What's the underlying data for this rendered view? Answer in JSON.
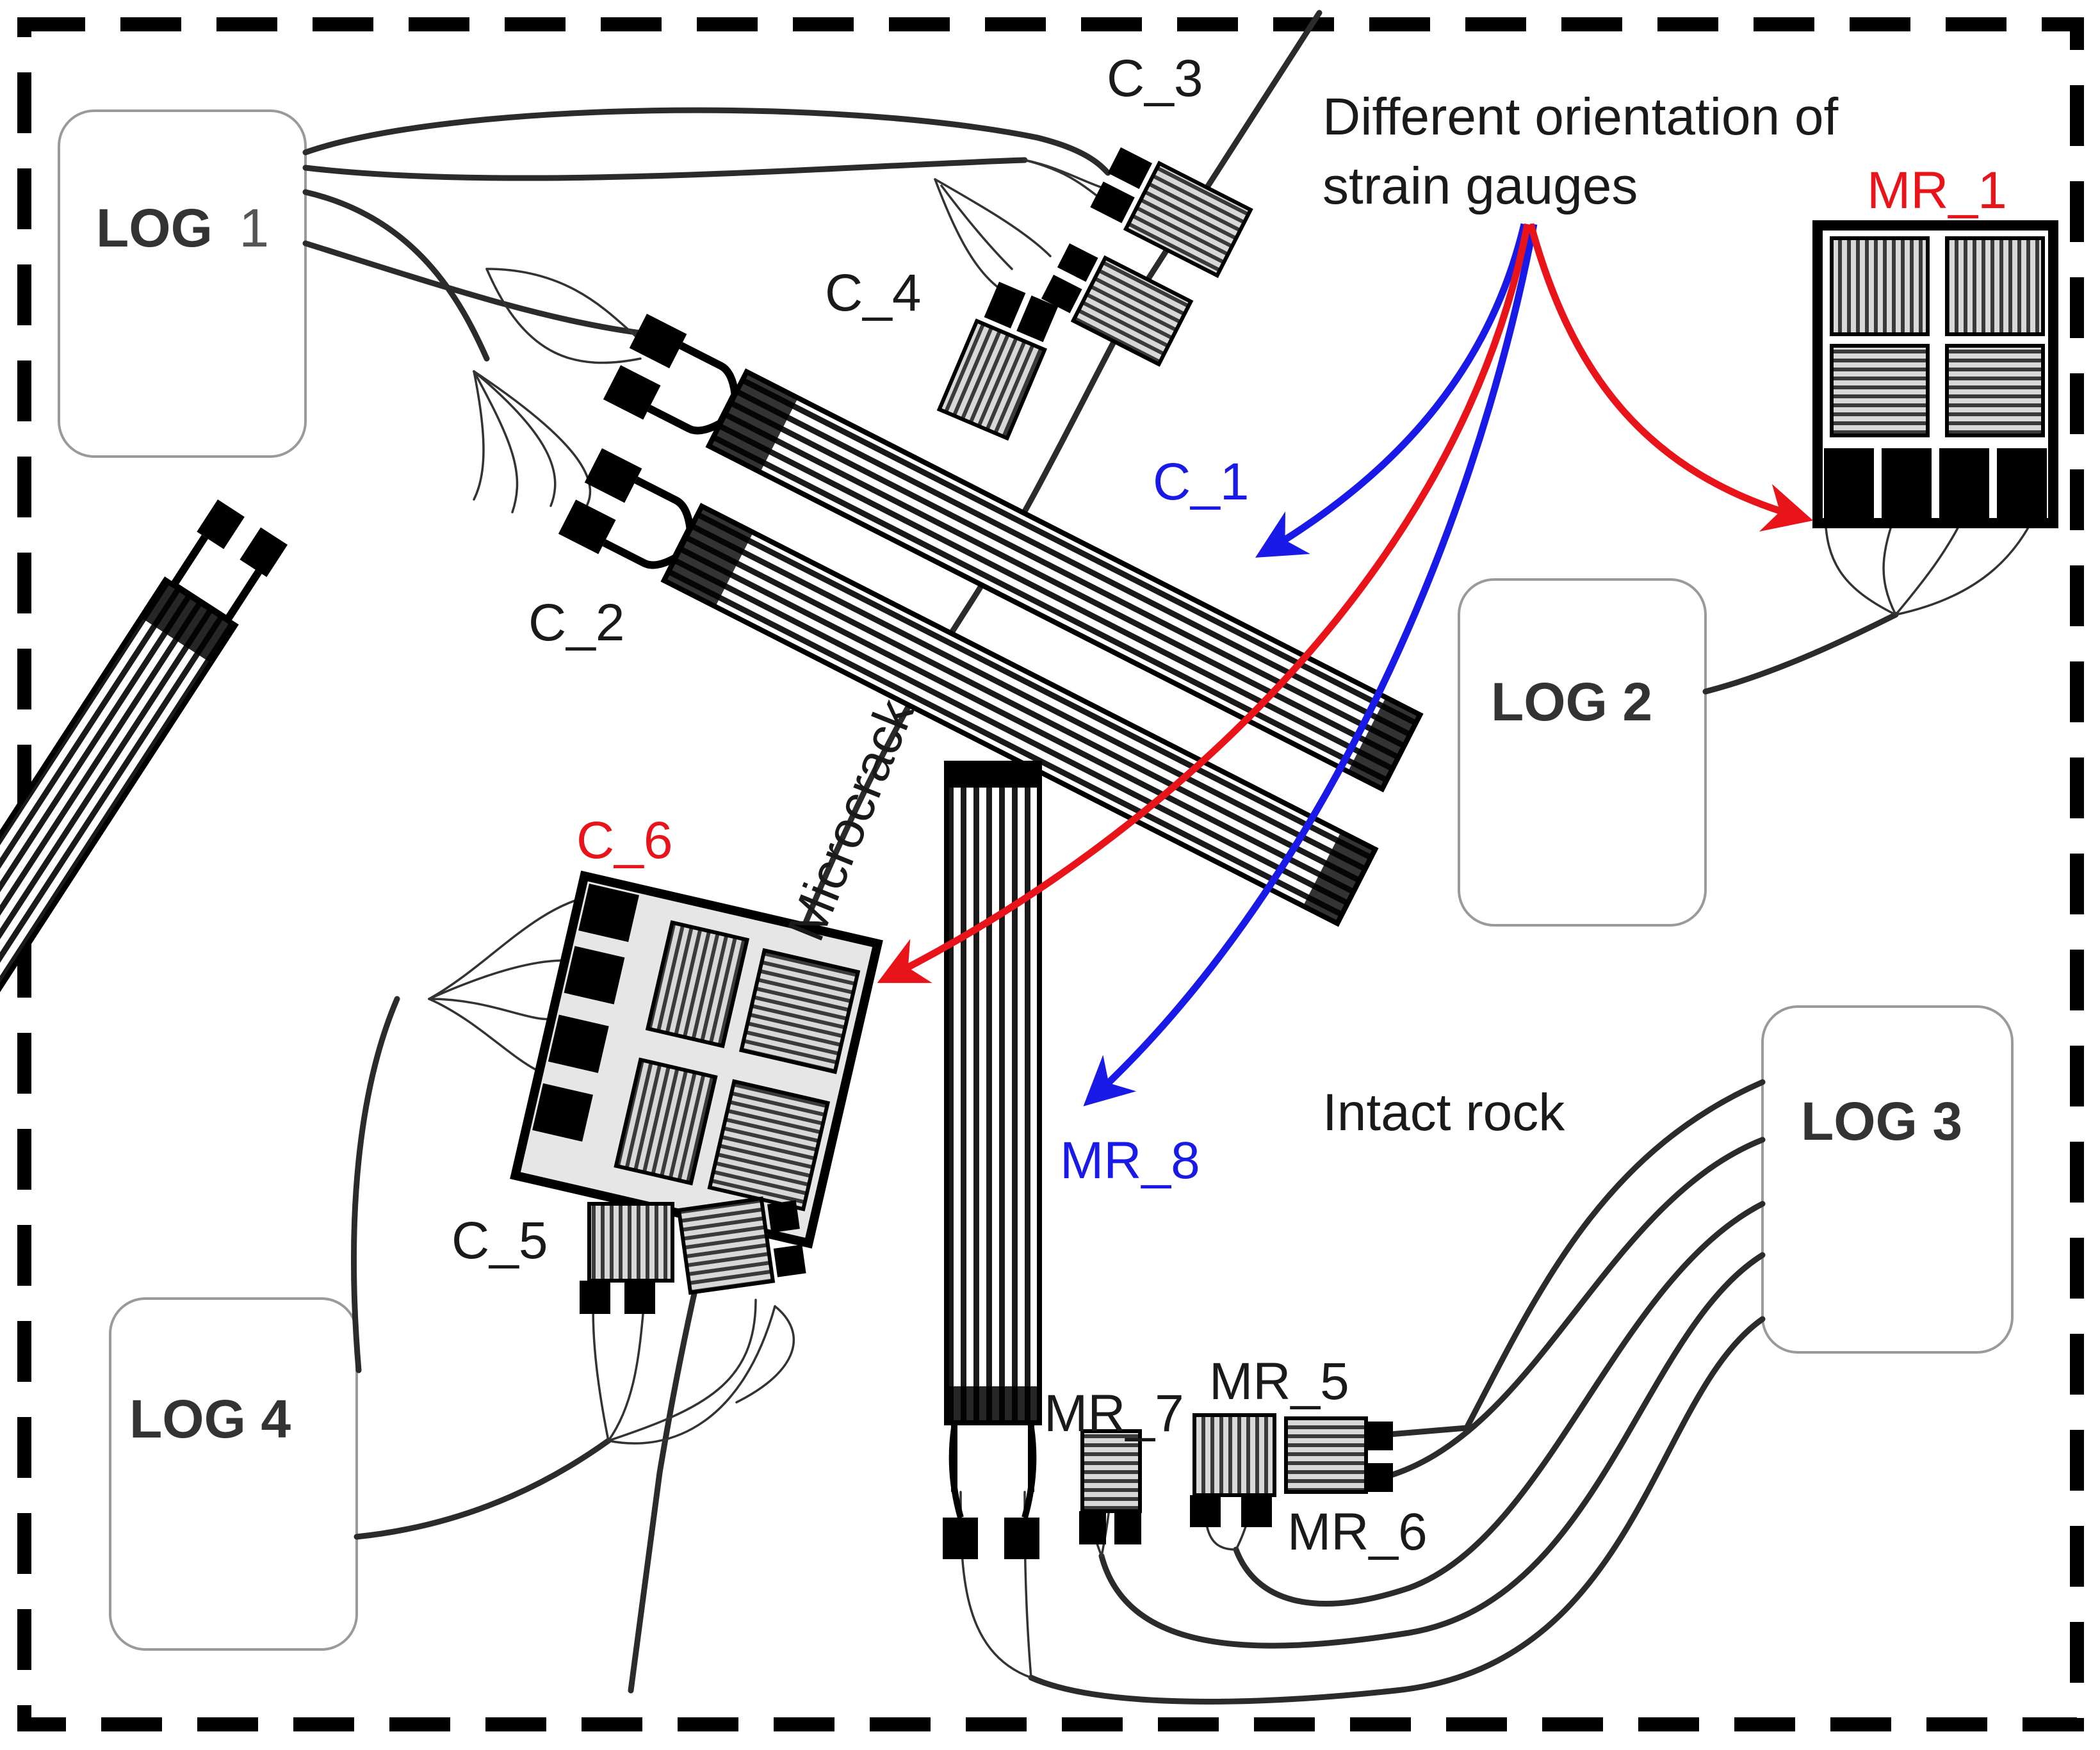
{
  "loggers": {
    "log1": {
      "prefix": "LOG",
      "number": "1"
    },
    "log2": "LOG 2",
    "log3": "LOG 3",
    "log4": "LOG 4"
  },
  "gauges": {
    "c1": "C_1",
    "c2": "C_2",
    "c3": "C_3",
    "c4": "C_4",
    "c5": "C_5",
    "c6": "C_6",
    "mr1": "MR_1",
    "mr5": "MR_5",
    "mr6": "MR_6",
    "mr7": "MR_7",
    "mr8": "MR_8"
  },
  "annotations": {
    "orientation_line1": "Different orientation of",
    "orientation_line2": "strain gauges",
    "microcrack": "Microcrack",
    "intact_rock": "Intact rock"
  },
  "colors": {
    "red": "#e8141a",
    "blue": "#1a1ae8",
    "black": "#1a1a1a",
    "border": "#000000"
  }
}
